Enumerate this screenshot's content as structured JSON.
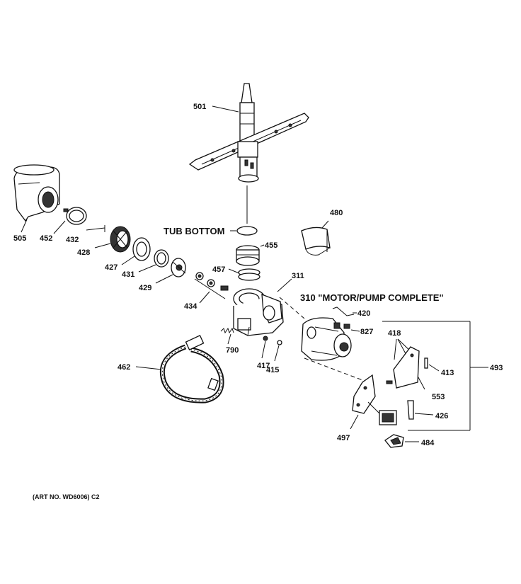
{
  "title_labels": {
    "tub_bottom": "TUB BOTTOM",
    "motor_pump": "310 \"MOTOR/PUMP COMPLETE\"",
    "art_no": "(ART NO. WD6006) C2"
  },
  "parts": {
    "p501": "501",
    "p480": "480",
    "p505": "505",
    "p452": "452",
    "p432": "432",
    "p428": "428",
    "p427": "427",
    "p431": "431",
    "p429": "429",
    "p455": "455",
    "p457": "457",
    "p311": "311",
    "p434": "434",
    "p420": "420",
    "p827": "827",
    "p418": "418",
    "p493": "493",
    "p413": "413",
    "p553": "553",
    "p790": "790",
    "p417": "417",
    "p415": "415",
    "p462": "462",
    "p426": "426",
    "p497": "497",
    "p484": "484"
  }
}
